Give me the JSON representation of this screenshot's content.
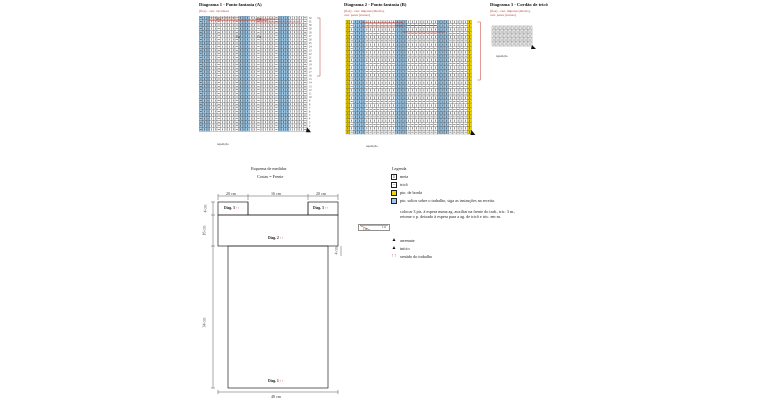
{
  "diagram1": {
    "title": "Diagrama 1 - Ponto fantasia (A)",
    "subtitle": "(fios) - carr. circulares",
    "repeat_label": "repetição",
    "cable_labels": [
      "331",
      "332",
      "332",
      "333"
    ],
    "row_numbers": [
      "32",
      "31",
      "30",
      "29",
      "28",
      "27",
      "26",
      "25",
      "24",
      "23",
      "22",
      "21",
      "20",
      "19",
      "18",
      "17",
      "16",
      "15",
      "14",
      "13",
      "12",
      "11",
      "10",
      "9",
      "8",
      "7",
      "6",
      "5",
      "4",
      "3",
      "2",
      "1"
    ]
  },
  "diagram2": {
    "title": "Diagrama 2 - Ponto fantasia (B)",
    "subtitle_lines": [
      "(fios) - carr. impares (direito),",
      "carr. pares (avesso)"
    ],
    "repeat_label": "repetição",
    "cable_labels": [
      "331",
      "332",
      "332",
      "333"
    ]
  },
  "diagram3": {
    "title": "Diagrama 3 - Cordão de tricô",
    "subtitle_lines": [
      "(fios) - carr. impares (direito),",
      "carr. pares (avesso)"
    ],
    "repeat_label": "repetição"
  },
  "schematic": {
    "title_line1": "Esquema de medidas",
    "title_line2": "Costas = Frente",
    "top_left": "20 cm",
    "top_mid": "16 cm",
    "top_right": "20 cm",
    "left_top": "4 cm",
    "left_mid": "16 cm",
    "left_main": "34 cm",
    "right_gap": "4 cm",
    "bottom_width": "48 cm",
    "diag3_left": "Diag. 3",
    "diag3_right": "Diag. 3",
    "diag2": "Diag. 2",
    "diag1": "Diag. 1"
  },
  "legend": {
    "title": "Legenda",
    "items": [
      {
        "symbol": "I",
        "text": "meia",
        "color": "#ffffff"
      },
      {
        "symbol": "−",
        "text": "tricô",
        "color": "#ffffff"
      },
      {
        "symbol": "",
        "text": "pto. de borda",
        "color": "#f2d500"
      },
      {
        "symbol": "",
        "text": "pto. soltos sobre o trabalho, siga as instruções na receita.",
        "color": "#9ec9e8"
      },
      {
        "symbol": "",
        "text": "colocar 3 pts. à espera numa ag. auxiliar na frente do trab., tric. 3 m., retome o p. deixado à espera para a ag. de tricô e tric. em m.",
        "color": "#ffffff"
      },
      {
        "symbol": "▲",
        "text": "arremate",
        "color": "#ffffff"
      },
      {
        "symbol": "▲",
        "text": "início",
        "color": "#ffffff"
      },
      {
        "symbol": "↑↑",
        "text": "sentido do trabalho",
        "color": "#ffffff"
      }
    ],
    "cable_symbol_label_left": "110",
    "cable_symbol_label_right": "111"
  },
  "colors": {
    "blue": "#9ec9e8",
    "yellow": "#f2d500",
    "red": "#c0392b",
    "grid": "#333333"
  }
}
